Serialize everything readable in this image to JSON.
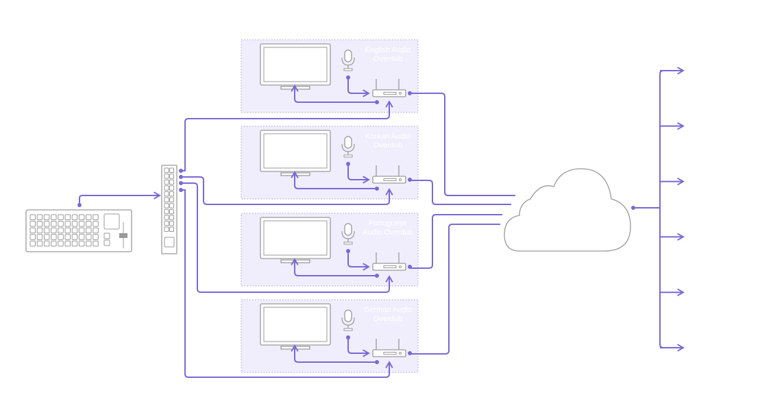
{
  "colors": {
    "accent": "#7b68d6",
    "zone_fill": "#f0eefc",
    "device_stroke": "#9a9a9a",
    "zone_label": "#ffffff"
  },
  "zones": [
    {
      "label": "English Audio Overdub"
    },
    {
      "label": "Korean Audio Overdub"
    },
    {
      "label": "Portuguese Audio Overdub"
    },
    {
      "label": "German Audio Overdub"
    }
  ],
  "icons": {
    "switcher": "production-switcher-icon",
    "router": "video-router-icon",
    "monitor": "monitor-icon",
    "microphone": "microphone-icon",
    "streamer": "streaming-encoder-icon",
    "cloud": "cloud-icon",
    "output": "output-arrow-icon"
  },
  "outputs_count": 6
}
